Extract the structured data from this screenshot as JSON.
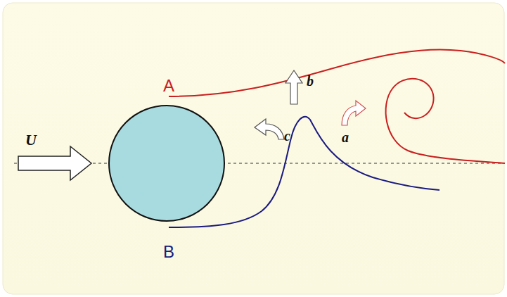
{
  "diagram": {
    "labels": [
      "U",
      "A",
      "b",
      "c",
      "a",
      "B"
    ]
  }
}
